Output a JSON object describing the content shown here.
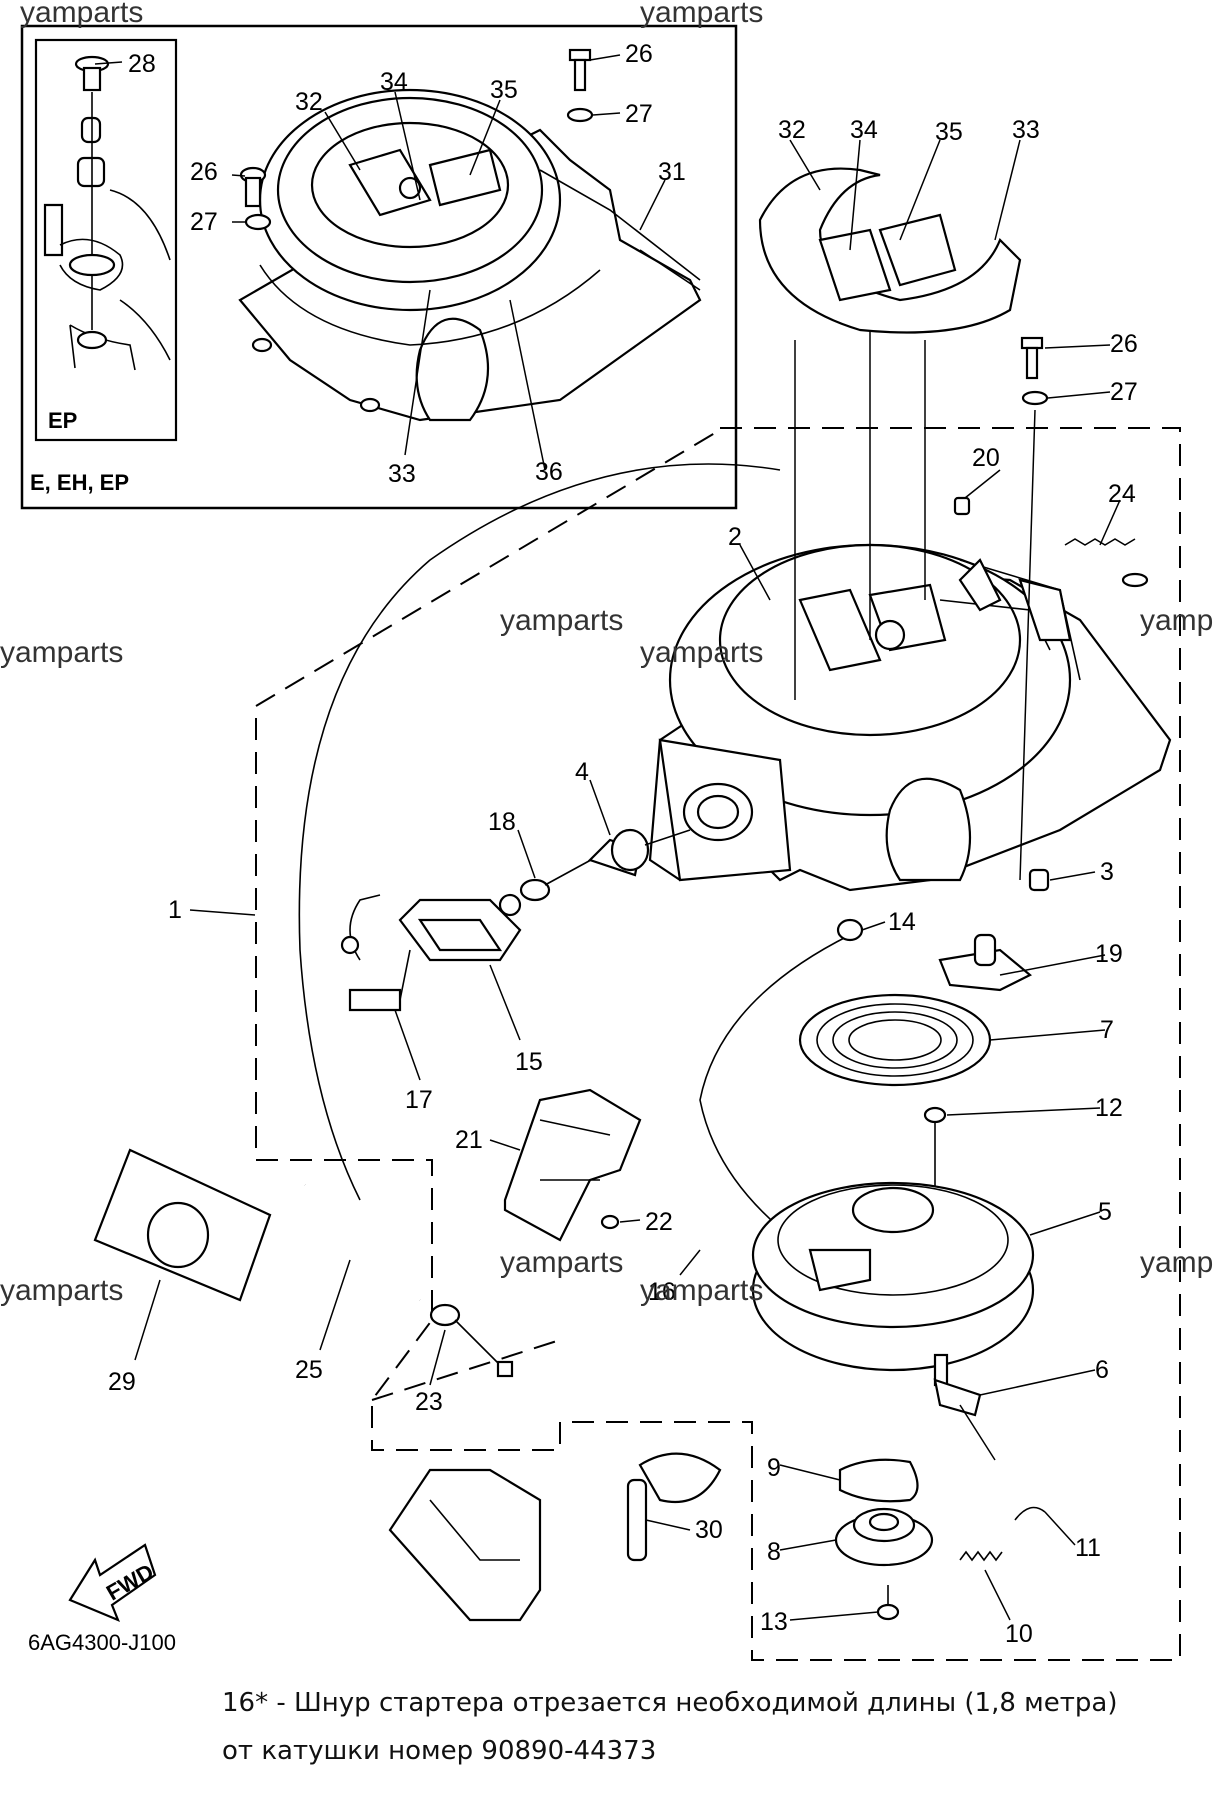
{
  "diagram_code": "6AG4300-J100",
  "inset_label_outer": "E, EH, EP",
  "inset_label_inner": "EP",
  "fwd_label": "FWD",
  "watermark": "yamparts",
  "footnote": {
    "line1": "16* - Шнур стартера отрезается необходимой длины (1,8 метра)",
    "line2": "от катушки номер 90890-44373"
  },
  "part_numbers": {
    "p1": "1",
    "p2": "2",
    "p3": "3",
    "p4": "4",
    "p5": "5",
    "p6": "6",
    "p7": "7",
    "p8": "8",
    "p9": "9",
    "p10": "10",
    "p11": "11",
    "p12": "12",
    "p13": "13",
    "p14": "14",
    "p15": "15",
    "p16": "16",
    "p17": "17",
    "p18": "18",
    "p19": "19",
    "p20": "20",
    "p21": "21",
    "p22": "22",
    "p23": "23",
    "p24": "24",
    "p25": "25",
    "p26": "26",
    "p27": "27",
    "p28": "28",
    "p29": "29",
    "p30": "30",
    "p31": "31",
    "p32": "32",
    "p33": "33",
    "p34": "34",
    "p35": "35",
    "p36": "36"
  }
}
